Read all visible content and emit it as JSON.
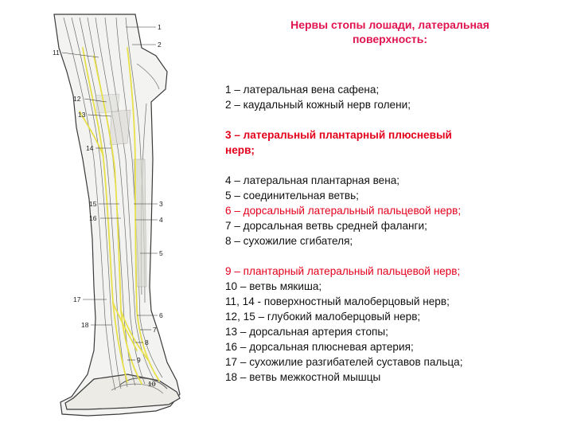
{
  "title": {
    "line1": "Нервы стопы лошади, латеральная",
    "line2": "поверхность:"
  },
  "legend": [
    {
      "text": "1 – латеральная вена сафена;"
    },
    {
      "text": "2 – каудальный кожный нерв голени;"
    },
    {
      "text": "3 – латеральный плантарный плюсневый",
      "color": "#e3001b",
      "bold": true,
      "gap_before": true
    },
    {
      "text": "нерв;",
      "color": "#e3001b",
      "bold": true,
      "indent": true
    },
    {
      "text": "4 – латеральная плантарная вена;",
      "gap_before": true
    },
    {
      "text": "5 – соединительная ветвь;"
    },
    {
      "text": "6 – дорсальный латеральный пальцевой нерв;",
      "color": "#e3001b"
    },
    {
      "text": "7 – дорсальная ветвь средней фаланги;"
    },
    {
      "text": "8 – сухожилие сгибателя;"
    },
    {
      "text": "9 – плантарный латеральный пальцевой нерв;",
      "color": "#e3001b",
      "gap_before": true
    },
    {
      "text": "10 – ветвь мякиша;"
    },
    {
      "text": "11, 14 - поверхностный малоберцовый нерв;"
    },
    {
      "text": "12, 15 – глубокий малоберцовый нерв;"
    },
    {
      "text": "13 – дорсальная артерия стопы;"
    },
    {
      "text": "16 – дорсальная плюсневая артерия;"
    },
    {
      "text": "17 – сухожилие разгибателей суставов пальца;"
    },
    {
      "text": "18 – ветвь межкостной мышцы"
    }
  ],
  "figure": {
    "labels": [
      "1",
      "2",
      "11",
      "12",
      "13",
      "14",
      "15",
      "16",
      "3",
      "4",
      "5",
      "17",
      "18",
      "6",
      "7",
      "8",
      "9",
      "10"
    ]
  },
  "colors": {
    "title": "#e0144f",
    "highlight": "#e3001b",
    "nerve": "#e8e04a",
    "outline": "#3a3a3a"
  }
}
